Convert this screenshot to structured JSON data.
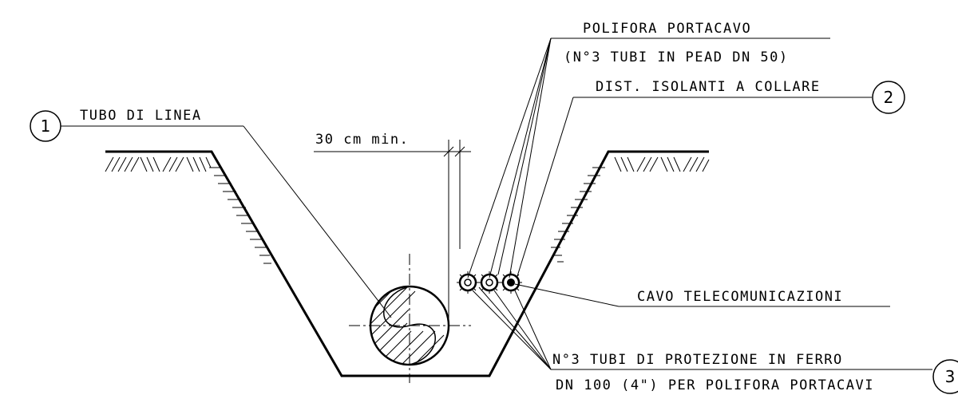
{
  "labels": {
    "polifora_line1": "POLIFORA PORTACAVO",
    "polifora_line2": "(N°3 TUBI IN PEAD DN 50)",
    "distanziatori": "DIST. ISOLANTI A COLLARE",
    "tubo_linea": "TUBO DI LINEA",
    "distanza_min": "30 cm min.",
    "cavo": "CAVO TELECOMUNICAZIONI",
    "tubi_protezione_line1": "N°3 TUBI DI PROTEZIONE IN FERRO",
    "tubi_protezione_line2": "DN 100 (4\") PER POLIFORA PORTACAVI"
  },
  "callouts": {
    "one": "1",
    "two": "2",
    "three": "3"
  }
}
